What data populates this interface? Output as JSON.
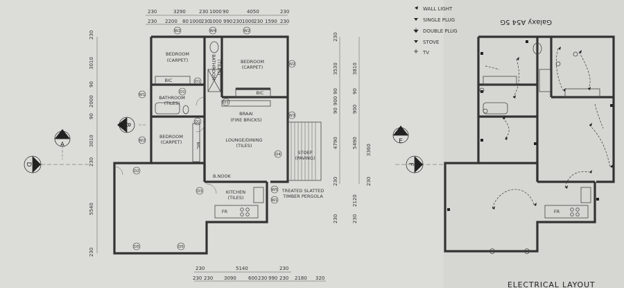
{
  "watermark": "Galaxy A54 5G",
  "legend": [
    {
      "icon": "wall-light-icon",
      "label": "WALL LIGHT"
    },
    {
      "icon": "single-plug-icon",
      "label": "SINGLE PLUG"
    },
    {
      "icon": "double-plug-icon",
      "label": "DOUBLE PLUG"
    },
    {
      "icon": "stove-icon",
      "label": "STOVE"
    },
    {
      "icon": "tv-icon",
      "label": "TV"
    }
  ],
  "rooms": {
    "bedroom_1": [
      "BEDROOM",
      "(CARPET)"
    ],
    "bathroom_1": [
      "BATHROOM",
      "(TILES)"
    ],
    "bedroom_2": [
      "BEDROOM",
      "(CARPET)"
    ],
    "bathroom_2": [
      "BATHROOM",
      "(TILES)"
    ],
    "bedroom_3": [
      "BEDROOM",
      "(CARPET)"
    ],
    "braai": [
      "BRAAI",
      "(FIRE BRICKS)"
    ],
    "lounge": [
      "LOUNGE/DINING",
      "(TILES)"
    ],
    "stoep": [
      "STOEP",
      "(PAVING)"
    ],
    "kitchen": [
      "KITCHEN",
      "(TILES)"
    ],
    "pergola": [
      "TREATED SLATTED",
      "TIMBER PERGOLA"
    ],
    "bnook": "B.NOOK",
    "bic": "BIC",
    "fr": "FR"
  },
  "tags": {
    "w2a": "W2",
    "w2b": "W2",
    "w2c": "W2",
    "w2d": "W2",
    "w1": "W1",
    "w3": "W3",
    "w4": "W4",
    "w5": "W5",
    "w1b": "W1",
    "d1a": "D1",
    "d1b": "D1",
    "d1c": "D1",
    "d1d": "D1",
    "d2": "D2",
    "d3": "D3",
    "d4": "D4",
    "d5a": "D5",
    "d5b": "D5"
  },
  "sections": {
    "a": "A",
    "b": "B",
    "d": "D",
    "e": "E",
    "f": "F"
  },
  "dims": {
    "top1": [
      "230",
      "3290",
      "230",
      "1000",
      "90",
      "4050",
      "230"
    ],
    "top2": [
      "230",
      "2200",
      "80",
      "1000",
      "230",
      "1000",
      "990",
      "230",
      "1000",
      "230",
      "1590",
      "230"
    ],
    "left": [
      "230",
      "3010",
      "90",
      "2000",
      "90",
      "3010",
      "230",
      "5540",
      "230"
    ],
    "mid1": [
      "230",
      "3530",
      "90",
      "900",
      "90",
      "4790",
      "230",
      "230"
    ],
    "mid2": [
      "3810",
      "90",
      "900",
      "5490",
      "3360",
      "230",
      "2120",
      "230"
    ],
    "bottom1": [
      "230",
      "5140",
      "230"
    ],
    "bottom2": [
      "230",
      "230",
      "3090",
      "600",
      "230",
      "990",
      "230",
      "2180",
      "320"
    ]
  },
  "electrical_title": "ELECTRICAL LAYOUT"
}
